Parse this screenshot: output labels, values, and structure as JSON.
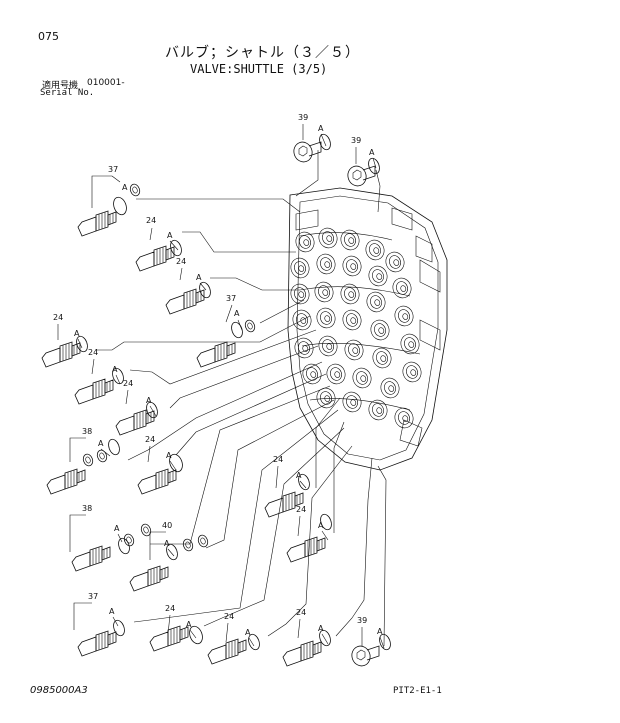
{
  "header": {
    "page_number": "075",
    "title_jp": "バルブ；シャトル（３／５）",
    "title_en": "VALVE:SHUTTLE (3/5)",
    "serial_label_jp": "適用号機",
    "serial_value": "010001-",
    "serial_label_en": "Serial No."
  },
  "footer": {
    "doc_code": "0985000A3",
    "pit_code": "PIT2-E1-1"
  },
  "callouts": {
    "c37": "37",
    "c24": "24",
    "c38": "38",
    "c39": "39",
    "c40": "40",
    "a": "A"
  }
}
